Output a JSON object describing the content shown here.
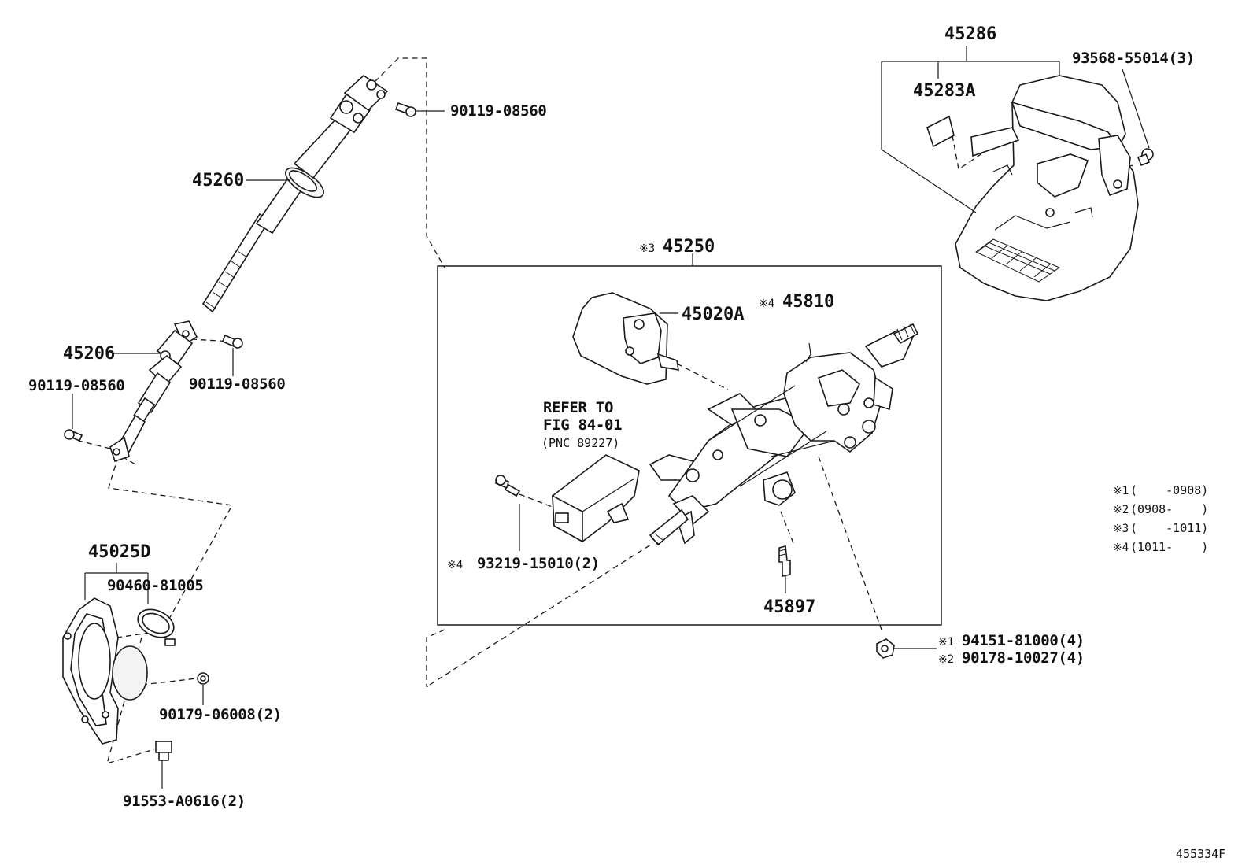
{
  "labels": {
    "shaft_main": "45260",
    "shaft_lower": "45206",
    "bolt_upper": "90119-08560",
    "bolt_mid_right": "90119-08560",
    "bolt_mid_left": "90119-08560",
    "cover_assy": "45025D",
    "clamp": "90460-81005",
    "nut_small": "90179-06008(2)",
    "bolt_bottom": "91553-A0616(2)",
    "column_assy": "45250",
    "column_assy_mark": "※3",
    "lock_assy": "45020A",
    "column_sub": "45810",
    "column_sub_mark": "※4",
    "refer_line1": "REFER TO",
    "refer_line2": "FIG 84-01",
    "refer_line3": "(PNC 89227)",
    "screw": "93219-15010(2)",
    "screw_mark": "※4",
    "bolt_column": "45897",
    "cover_upper": "45286",
    "label_cover": "45283A",
    "screw_cover": "93568-55014(3)",
    "nut_col_1": "94151-81000(4)",
    "nut_col_1_mark": "※1",
    "nut_col_2": "90178-10027(4)",
    "nut_col_2_mark": "※2",
    "figure_id": "455334F"
  },
  "legend": [
    {
      "mark": "※1",
      "range": "(    -0908)"
    },
    {
      "mark": "※2",
      "range": "(0908-    )"
    },
    {
      "mark": "※3",
      "range": "(    -1011)"
    },
    {
      "mark": "※4",
      "range": "(1011-    )"
    }
  ]
}
